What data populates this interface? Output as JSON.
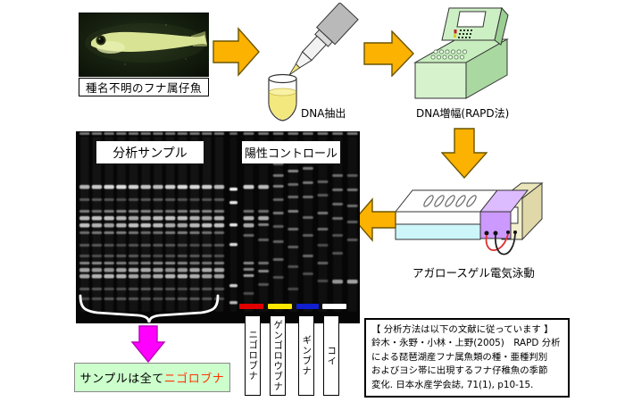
{
  "colors": {
    "flow_arrow": "#FBB200",
    "flow_arrow_border": "#6b5500",
    "result_arrow": "#FF00FF",
    "result_arrow_border": "#BB00BB",
    "conclusion_bg": "#CCFFCC",
    "conclusion_highlight": "#FF3300",
    "gel_bg": "#060606"
  },
  "specimen": {
    "caption": "種名不明のフナ属仔魚"
  },
  "steps": {
    "extraction_label": "DNA抽出",
    "amplification_label": "DNA増幅(RAPD法)",
    "electrophoresis_label": "アガロースゲル電気泳動"
  },
  "gel": {
    "sample_group_label": "分析サンプル",
    "control_group_label": "陽性コントロール",
    "sample_lane_count": 12,
    "sample_bands": [
      [
        60,
        0.85
      ],
      [
        75,
        0.3
      ],
      [
        88,
        0.5
      ],
      [
        95,
        0.75
      ],
      [
        103,
        0.75
      ],
      [
        112,
        0.45
      ],
      [
        126,
        0.3
      ],
      [
        138,
        0.3
      ],
      [
        146,
        0.5
      ],
      [
        153,
        0.65
      ],
      [
        160,
        0.7
      ],
      [
        175,
        0.3
      ],
      [
        186,
        0.3
      ]
    ],
    "ladder_bands": [
      [
        63,
        0.95
      ],
      [
        78,
        0.9
      ],
      [
        103,
        0.9
      ],
      [
        125,
        0.85
      ],
      [
        171,
        0.8
      ],
      [
        190,
        0.7
      ]
    ],
    "control_bands": [
      [
        [
          60,
          0.8
        ],
        [
          88,
          0.5
        ],
        [
          95,
          0.7
        ],
        [
          103,
          0.7
        ],
        [
          115,
          0.4
        ],
        [
          146,
          0.5
        ],
        [
          153,
          0.6
        ],
        [
          160,
          0.6
        ],
        [
          180,
          0.3
        ]
      ],
      [
        [
          60,
          0.75
        ],
        [
          88,
          0.45
        ],
        [
          95,
          0.65
        ],
        [
          103,
          0.6
        ],
        [
          120,
          0.35
        ],
        [
          146,
          0.45
        ],
        [
          155,
          0.55
        ],
        [
          170,
          0.3
        ]
      ],
      [
        [
          35,
          0.4
        ],
        [
          48,
          0.45
        ],
        [
          60,
          0.5
        ],
        [
          75,
          0.4
        ],
        [
          90,
          0.45
        ],
        [
          105,
          0.4
        ],
        [
          122,
          0.35
        ],
        [
          142,
          0.4
        ],
        [
          162,
          0.3
        ]
      ],
      [
        [
          30,
          0.45
        ],
        [
          43,
          0.5
        ],
        [
          58,
          0.45
        ],
        [
          72,
          0.4
        ],
        [
          88,
          0.5
        ],
        [
          108,
          0.45
        ],
        [
          128,
          0.35
        ],
        [
          150,
          0.35
        ],
        [
          175,
          0.25
        ]
      ],
      [
        [
          26,
          0.5
        ],
        [
          40,
          0.45
        ],
        [
          56,
          0.5
        ],
        [
          72,
          0.4
        ],
        [
          95,
          0.45
        ],
        [
          115,
          0.35
        ],
        [
          138,
          0.4
        ],
        [
          158,
          0.3
        ]
      ],
      [
        [
          55,
          0.35
        ],
        [
          70,
          0.35
        ],
        [
          90,
          0.45
        ],
        [
          108,
          0.4
        ],
        [
          126,
          0.3
        ],
        [
          146,
          0.35
        ],
        [
          166,
          0.3
        ]
      ],
      [
        [
          48,
          0.4
        ],
        [
          64,
          0.5
        ],
        [
          80,
          0.4
        ],
        [
          96,
          0.45
        ],
        [
          115,
          0.3
        ],
        [
          135,
          0.3
        ],
        [
          166,
          0.65
        ]
      ],
      [
        [
          48,
          0.35
        ],
        [
          64,
          0.45
        ],
        [
          82,
          0.4
        ],
        [
          100,
          0.4
        ],
        [
          120,
          0.3
        ],
        [
          166,
          0.7
        ]
      ]
    ],
    "markers": [
      {
        "color": "#E00000",
        "label": "ニゴロブナ"
      },
      {
        "color": "#FFE800",
        "label": "ゲンゴロウブナ"
      },
      {
        "color": "#1020D0",
        "label": "ギンブナ"
      },
      {
        "color": "#FFFFFF",
        "label": "コイ"
      }
    ]
  },
  "conclusion": {
    "prefix": "サンプルは全て",
    "highlight": "ニゴロブナ"
  },
  "reference": {
    "lines": [
      "【 分析方法は以下の文献に従っています 】",
      "鈴木・永野・小林・上野(2005)　RAPD 分析",
      "による琵琶湖産フナ属魚類の種・亜種判別",
      "およびヨシ帯に出現するフナ仔稚魚の季節",
      "変化. 日本水産学会誌, 71(1), p10-15."
    ]
  }
}
